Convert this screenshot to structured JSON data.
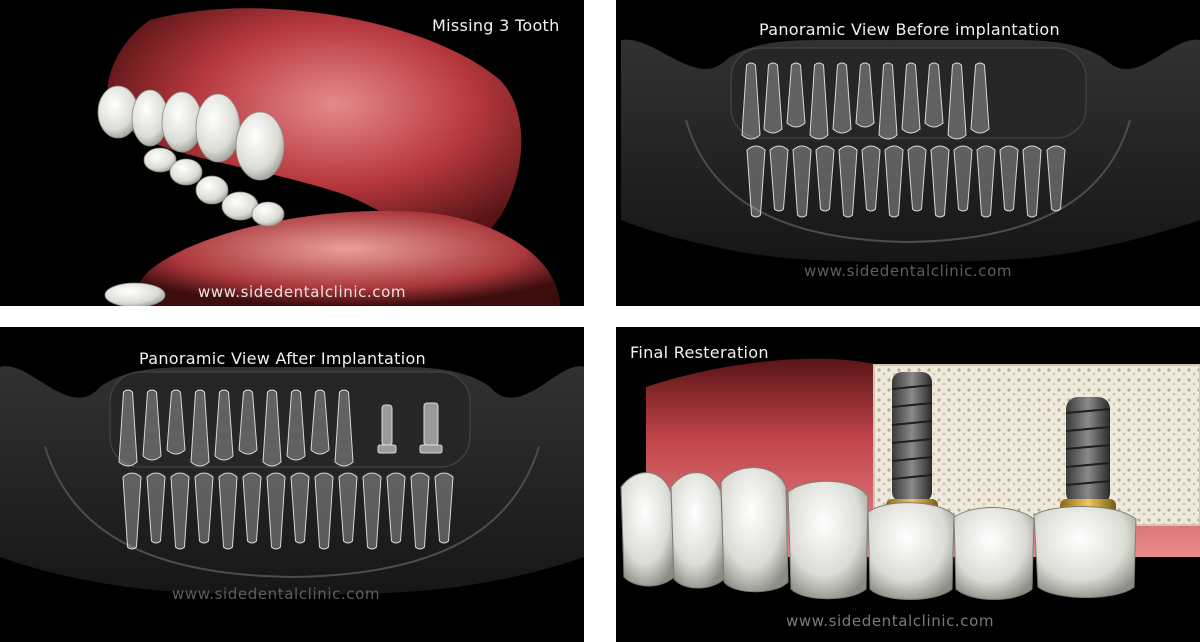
{
  "panels": {
    "top_left": {
      "caption": "Missing 3 Tooth",
      "watermark": "www.sidedentalclinic.com"
    },
    "top_right": {
      "caption": "Panoramic View Before implantation",
      "watermark": "www.sidedentalclinic.com"
    },
    "bottom_left": {
      "caption": "Panoramic View After Implantation",
      "watermark": "www.sidedentalclinic.com"
    },
    "bottom_right": {
      "caption": "Final Resteration",
      "watermark": "www.sidedentalclinic.com"
    }
  },
  "colors": {
    "background": "#000000",
    "gum": "#c0444a",
    "tooth": "#e8e8e4",
    "implant": "#5a5a5a",
    "abutment": "#d9a83a",
    "bone": "#efe9dc",
    "xray": "#9a9a9a"
  }
}
